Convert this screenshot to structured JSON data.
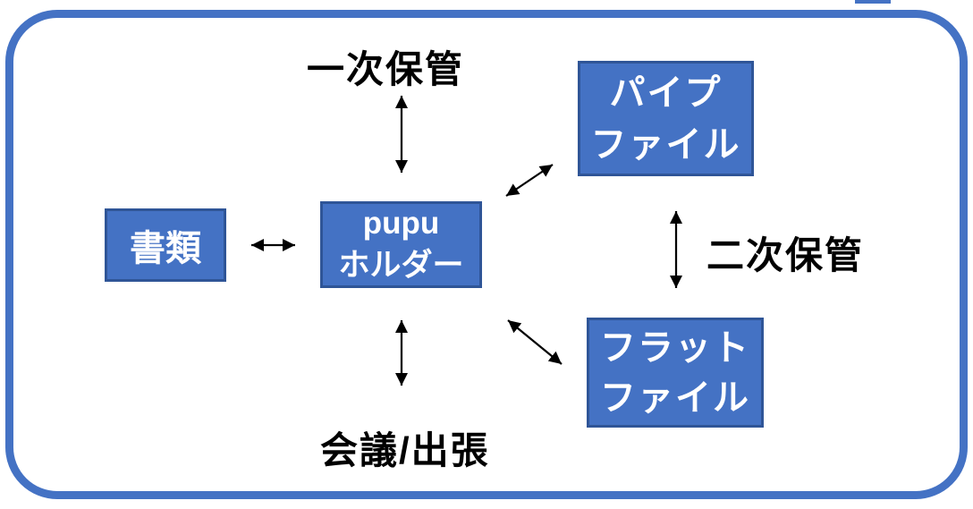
{
  "diagram": {
    "colors": {
      "frame": "#4472C4",
      "node_fill": "#4472C4",
      "node_border": "#2F5597",
      "node_text": "#FFFFFF",
      "label_text": "#000000",
      "arrow": "#000000"
    },
    "nodes": {
      "documents": {
        "label": "書類"
      },
      "pupu_holder": {
        "label": "pupu\nホルダー"
      },
      "pipe_file": {
        "label": "パイプ\nファイル"
      },
      "flat_file": {
        "label": "フラット\nファイル"
      }
    },
    "labels": {
      "primary_storage": "一次保管",
      "secondary_storage": "二次保管",
      "meeting_trip": "会議/出張"
    },
    "edges": [
      {
        "between": [
          "primary_storage_label",
          "pupu_holder"
        ],
        "style": "double-headed"
      },
      {
        "between": [
          "documents",
          "pupu_holder"
        ],
        "style": "double-headed"
      },
      {
        "between": [
          "pupu_holder",
          "pipe_file"
        ],
        "style": "double-headed"
      },
      {
        "between": [
          "pipe_file",
          "flat_file"
        ],
        "style": "double-headed",
        "label": "secondary_storage"
      },
      {
        "between": [
          "pupu_holder",
          "flat_file"
        ],
        "style": "double-headed"
      },
      {
        "between": [
          "pupu_holder",
          "meeting_trip_label"
        ],
        "style": "double-headed"
      }
    ]
  }
}
